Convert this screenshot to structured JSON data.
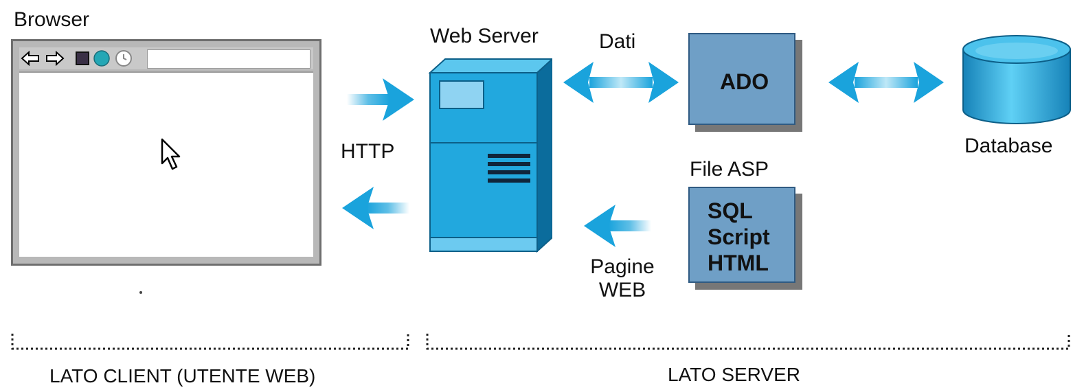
{
  "labels": {
    "browser": "Browser",
    "web_server": "Web Server",
    "dati": "Dati",
    "http": "HTTP",
    "database": "Database",
    "file_asp": "File ASP",
    "pagine_line1": "Pagine",
    "pagine_line2": "WEB"
  },
  "boxes": {
    "ado": "ADO",
    "asp_lines": [
      "SQL",
      "Script",
      "HTML"
    ]
  },
  "sections": {
    "client": "LATO CLIENT (UTENTE WEB)",
    "server": "LATO SERVER"
  },
  "icons": [
    "back-arrow-icon",
    "forward-arrow-icon",
    "stop-icon",
    "globe-icon",
    "clock-icon",
    "mouse-pointer-icon",
    "database-icon",
    "web-server-icon"
  ],
  "colors": {
    "arrow": "#1aa3dc",
    "server_body": "#22a8de",
    "server_dark": "#0c6d9c",
    "panel": "#6f9fc6",
    "database": "#2aaee0"
  }
}
